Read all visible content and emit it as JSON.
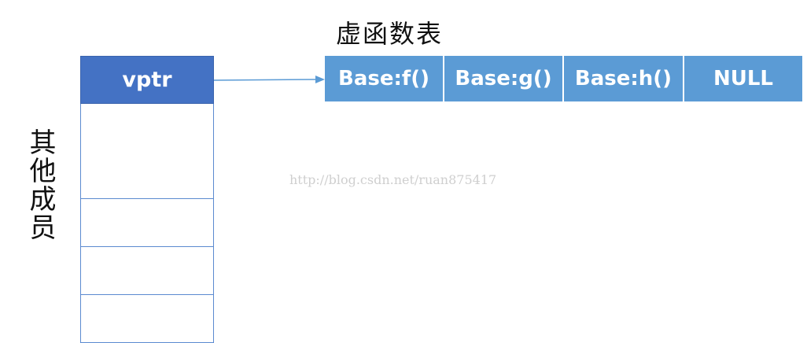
{
  "vtable": {
    "title": "虚函数表",
    "entries": [
      "Base:f()",
      "Base:g()",
      "Base:h()",
      "NULL"
    ]
  },
  "object": {
    "vptr_label": "vptr",
    "side_label": "其他成员",
    "member_slots": 5
  },
  "watermark": "http://blog.csdn.net/ruan875417",
  "colors": {
    "vptr_fill": "#4472c4",
    "vtable_fill": "#5b9bd5",
    "arrow": "#5b9bd5"
  }
}
